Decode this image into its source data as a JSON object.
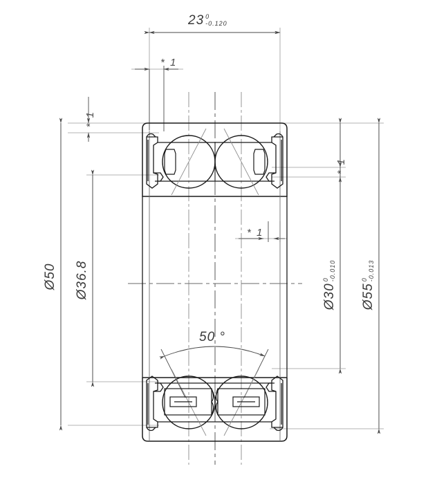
{
  "drawing": {
    "title": "double-row-angular-contact-ball-bearing-cross-section",
    "line_color": "#1a1a1a",
    "dim_color": "#6b6b6b",
    "text_color": "#3a3a3a",
    "background": "#ffffff"
  },
  "dimensions": {
    "width": {
      "value": "23",
      "tol_upper": "0",
      "tol_lower": "-0.120",
      "label": "23",
      "orientation": "horizontal",
      "position": "top"
    },
    "outer_od": {
      "value": "Ø55",
      "tol_upper": "0",
      "tol_lower": "-0.013",
      "label": "Ø55",
      "orientation": "vertical",
      "position": "right-outer"
    },
    "inner_bore": {
      "value": "Ø30",
      "tol_upper": "0",
      "tol_lower": "-0.010",
      "label": "Ø30",
      "orientation": "vertical",
      "position": "right-inner"
    },
    "shield_od": {
      "value": "Ø50",
      "tol_upper": "",
      "tol_lower": "",
      "label": "Ø50",
      "orientation": "vertical",
      "position": "left-outer"
    },
    "shield_id": {
      "value": "Ø36.8",
      "tol_upper": "",
      "tol_lower": "",
      "label": "Ø36.8",
      "orientation": "vertical",
      "position": "left-inner"
    },
    "contact_angle": {
      "value": "50°",
      "label": "50 °",
      "orientation": "arc",
      "position": "center-lower"
    }
  },
  "notes": [
    {
      "id": "note-1-top",
      "label": "* 1"
    },
    {
      "id": "note-1-left",
      "label": "* 1"
    },
    {
      "id": "note-1-right",
      "label": "* 1"
    },
    {
      "id": "note-1-center",
      "label": "* 1"
    }
  ]
}
